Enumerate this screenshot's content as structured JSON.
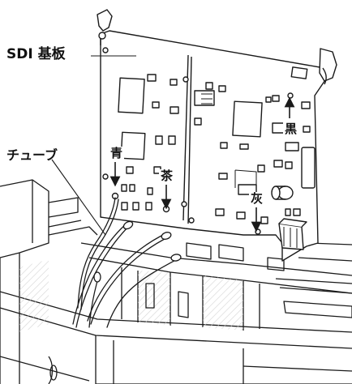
{
  "labels": {
    "board": "SDI 基板",
    "tube": "チューブ",
    "blue": "青",
    "brown": "茶",
    "gray": "灰",
    "black": "黒"
  },
  "colors": {
    "line": "#1a1a1a",
    "board_fill": "#ffffff",
    "hatch": "#cfcfcf",
    "background": "#ffffff"
  },
  "icons": {
    "arrow_down": "arrow-down-icon",
    "arrow_up": "arrow-up-icon"
  }
}
